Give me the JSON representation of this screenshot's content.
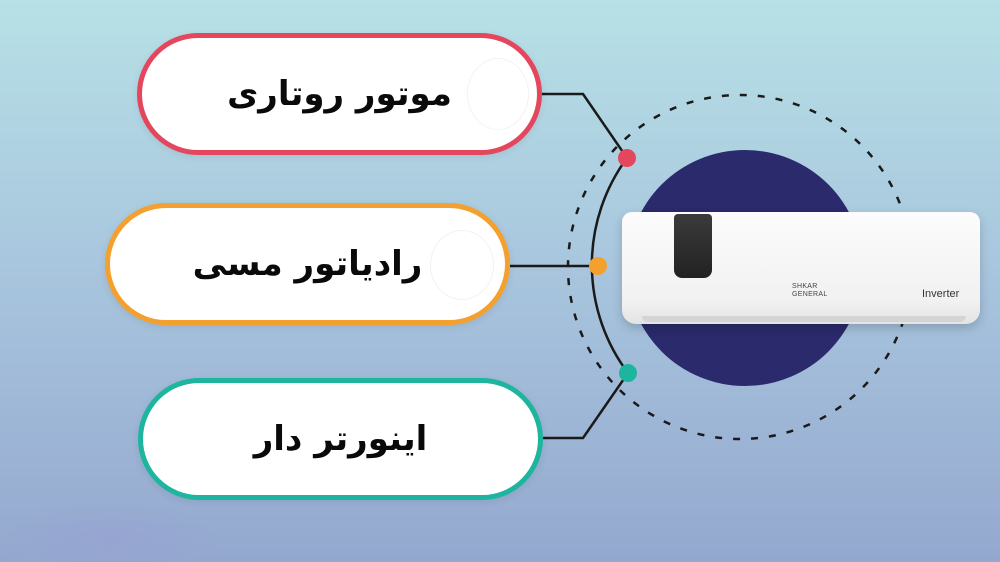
{
  "features": [
    {
      "label": "موتور روتاری",
      "color": "#e4465e"
    },
    {
      "label": "رادیاتور مسی",
      "color": "#f3a02f"
    },
    {
      "label": "اینورتر دار",
      "color": "#1db59d"
    }
  ],
  "product": {
    "brand_line_1": "SHKAR",
    "brand_line_2": "GENERAL",
    "model_badge": "Inverter",
    "accent_color": "#2a2a6c"
  }
}
